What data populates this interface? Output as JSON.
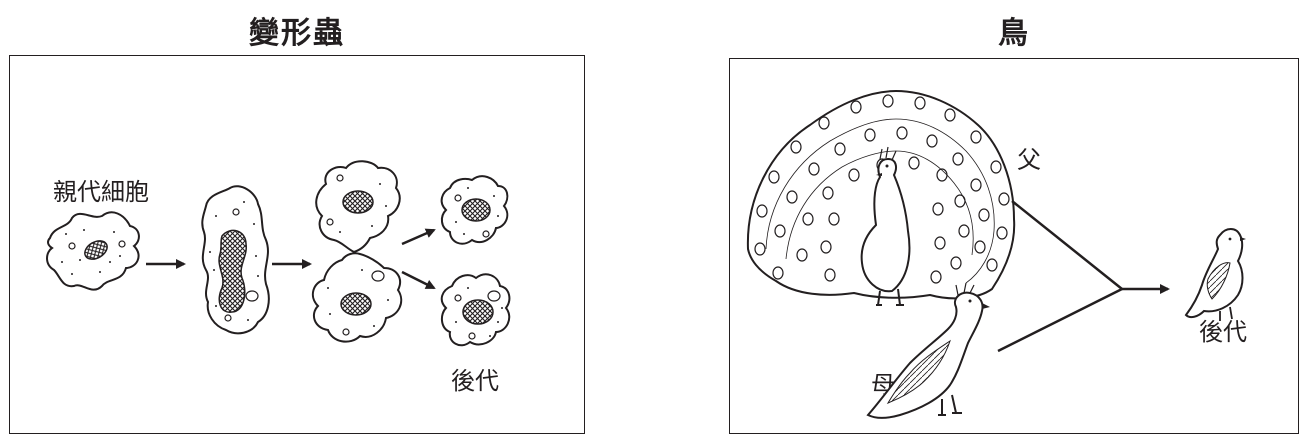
{
  "left_panel": {
    "title": "變形蟲",
    "parent_label": "親代細胞",
    "offspring_label": "後代"
  },
  "right_panel": {
    "title": "鳥",
    "father_label": "父",
    "mother_label": "母",
    "offspring_label": "後代"
  },
  "colors": {
    "ink": "#231f20",
    "background": "#ffffff"
  }
}
